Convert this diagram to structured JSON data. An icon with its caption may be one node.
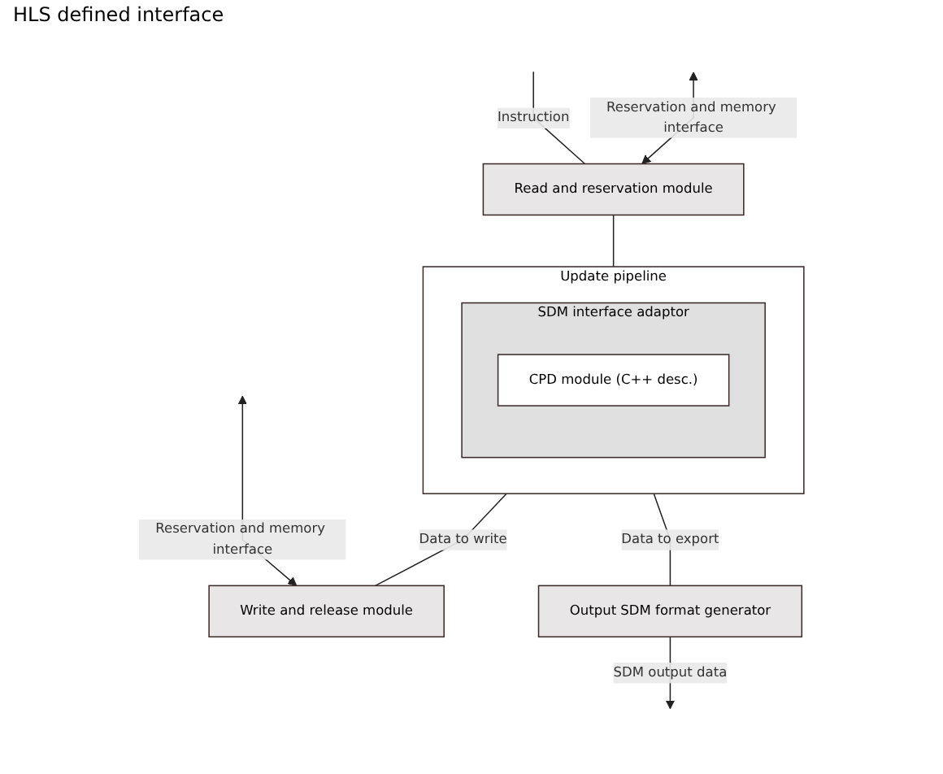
{
  "diagram": {
    "nodes": [
      {
        "text": [
          "Update pipeline"
        ]
      },
      {
        "text": [
          "SDM interface adaptor"
        ],
        "in": 0
      },
      {
        "text": [
          "CPD module (C++ desc.)"
        ],
        "in": 1
      },
      {
        "text": [
          "Read and reservation module"
        ]
      },
      {
        "text": [
          "Write and release module"
        ]
      },
      {
        "text": [
          "Output SDM format generator"
        ]
      }
    ],
    "edges": [
      {
        "from": null,
        "to": 3,
        "arrow": "none",
        "label": "Instruction"
      },
      {
        "from": null,
        "to": 3,
        "arrow": "both",
        "label": "Reservation and memory interface"
      },
      {
        "from": 3,
        "to": 0,
        "arrow": "none"
      },
      {
        "from": 0,
        "to": 4,
        "arrow": "none",
        "label": "Data to write"
      },
      {
        "from": 0,
        "to": 5,
        "arrow": "none",
        "label": "Data to export"
      },
      {
        "from": null,
        "to": 4,
        "arrow": "both",
        "label": "Reservation and memory interface"
      },
      {
        "from": 5,
        "to": null,
        "arrow": "to",
        "label": "SDM output data"
      }
    ],
    "labels": [
      "HLS defined interface"
    ]
  }
}
